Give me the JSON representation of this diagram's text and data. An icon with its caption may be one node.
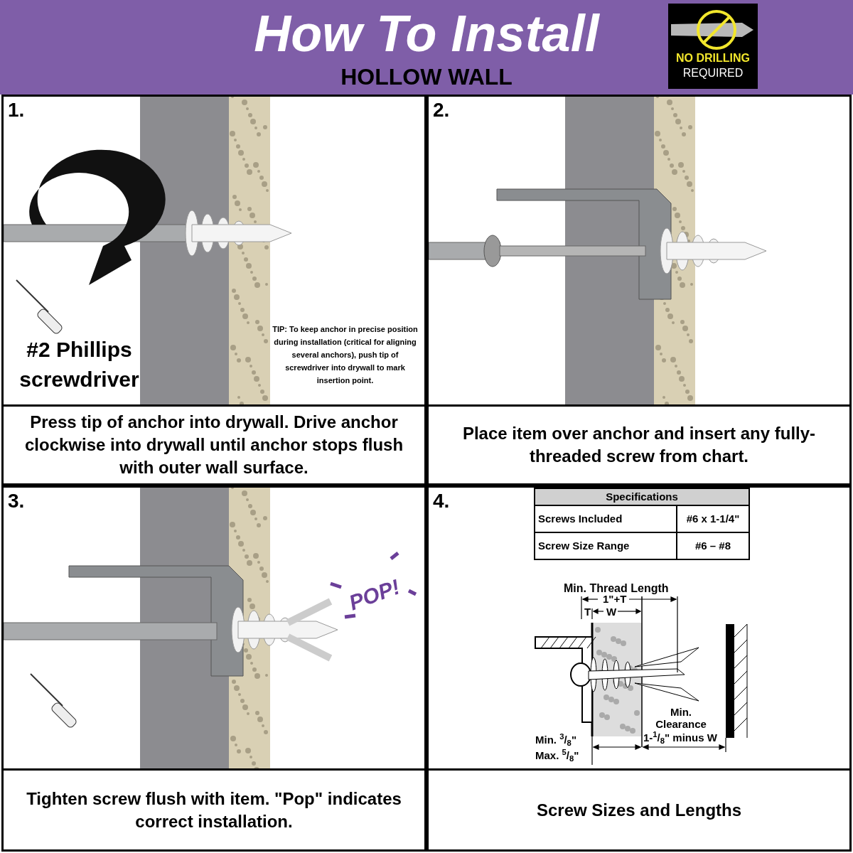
{
  "diagram": {
    "title": "How To Install",
    "nodes": [
      {
        "text": [
          "1.",
          "Press tip of anchor into drywall. Drive anchor clockwise into drywall until  anchor stops flush with outer wall surface."
        ]
      },
      {
        "text": [
          "2.",
          "Place item over anchor and insert any fully-threaded screw from chart."
        ]
      },
      {
        "text": [
          "3.",
          "Tighten screw flush with item. \"Pop\" indicates correct installation."
        ]
      },
      {
        "text": [
          "4.",
          "Screw Sizes and Lengths"
        ]
      }
    ],
    "labels": [
      "HOLLOW WALL",
      "NO DRILLING",
      "REQUIRED",
      "#2 Phillips screwdriver",
      "TIP: To keep anchor in precise position during installation (critical for aligning several anchors), push tip of screwdriver into drywall to mark insertion point.",
      "POP!",
      "Specifications",
      "Screws Included",
      "#6 x 1-1/4\"",
      "Screw Size Range",
      "#6 – #8",
      "Min. Thread Length",
      "1\"+T",
      "T",
      "W",
      "Min. Clearance",
      "Min. $^{3}$/$_{8}$\"",
      "1-$^{1}$/$_{8}$\" minus W",
      "Max. $^{5}$/$_{8}$\""
    ]
  }
}
